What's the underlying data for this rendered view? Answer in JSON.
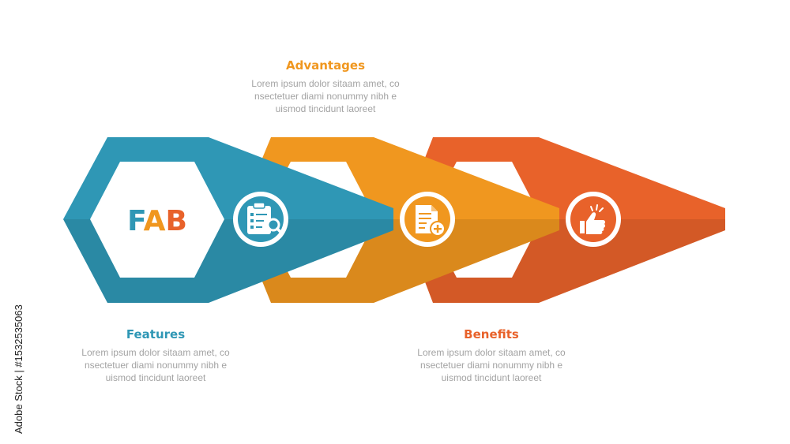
{
  "center_letters": [
    "F",
    "A",
    "B"
  ],
  "colors": {
    "features": "#2f97b5",
    "advantages": "#f0971f",
    "benefits": "#e8622a"
  },
  "sections": [
    {
      "title": "Features",
      "text": "Lorem ipsum dolor sitaam amet, co\nnsectetuer diami nonummy  nibh e\nuismod tincidunt laoreet",
      "icon": "clipboard-search-icon"
    },
    {
      "title": "Advantages",
      "text": "Lorem ipsum dolor sitaam amet, co\nnsectetuer diami nonummy  nibh e\nuismod tincidunt laoreet",
      "icon": "document-add-icon"
    },
    {
      "title": "Benefits",
      "text": "Lorem ipsum dolor sitaam amet, co\nnsectetuer diami nonummy  nibh e\nuismod tincidunt laoreet",
      "icon": "thumbs-up-icon"
    }
  ],
  "watermark": "Adobe Stock | #1532535063"
}
